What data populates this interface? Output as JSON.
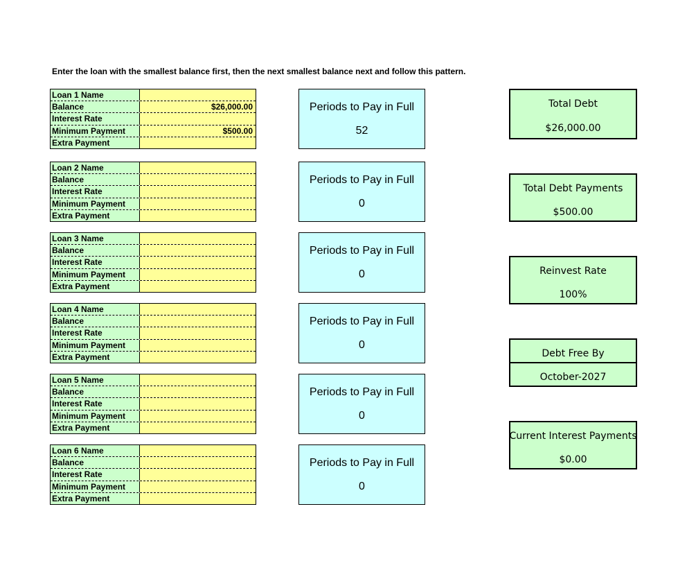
{
  "instructions": "Enter the loan with the smallest balance first, then the next smallest balance next and follow this pattern.",
  "field_labels": {
    "balance": "Balance",
    "interest_rate": "Interest Rate",
    "minimum_payment": "Minimum Payment",
    "extra_payment": "Extra Payment"
  },
  "loans": [
    {
      "name_label": "Loan 1 Name",
      "name": "",
      "balance": "$26,000.00",
      "interest_rate": "",
      "minimum_payment": "$500.00",
      "extra_payment": ""
    },
    {
      "name_label": "Loan 2 Name",
      "name": "",
      "balance": "",
      "interest_rate": "",
      "minimum_payment": "",
      "extra_payment": ""
    },
    {
      "name_label": "Loan 3 Name",
      "name": "",
      "balance": "",
      "interest_rate": "",
      "minimum_payment": "",
      "extra_payment": ""
    },
    {
      "name_label": "Loan 4 Name",
      "name": "",
      "balance": "",
      "interest_rate": "",
      "minimum_payment": "",
      "extra_payment": ""
    },
    {
      "name_label": "Loan 5 Name",
      "name": "",
      "balance": "",
      "interest_rate": "",
      "minimum_payment": "",
      "extra_payment": ""
    },
    {
      "name_label": "Loan 6 Name",
      "name": "",
      "balance": "",
      "interest_rate": "",
      "minimum_payment": "",
      "extra_payment": ""
    }
  ],
  "periods": [
    {
      "title": "Periods to Pay in Full",
      "value": "52"
    },
    {
      "title": "Periods to Pay in Full",
      "value": "0"
    },
    {
      "title": "Periods to Pay in Full",
      "value": "0"
    },
    {
      "title": "Periods to Pay in Full",
      "value": "0"
    },
    {
      "title": "Periods to Pay in Full",
      "value": "0"
    },
    {
      "title": "Periods to Pay in Full",
      "value": "0"
    }
  ],
  "summary": {
    "total_debt": {
      "title": "Total Debt",
      "value": "$26,000.00"
    },
    "total_debt_payments": {
      "title": "Total Debt Payments",
      "value": "$500.00"
    },
    "reinvest_rate": {
      "title": "Reinvest Rate",
      "value": "100%"
    },
    "debt_free_by": {
      "title": "Debt Free By",
      "value": "October-2027"
    },
    "current_interest_payments": {
      "title": "Current Interest Payments",
      "value": "$0.00"
    }
  },
  "colors": {
    "label_green": "#ccffcc",
    "input_yellow": "#ffff99",
    "periods_cyan": "#ccffff"
  }
}
